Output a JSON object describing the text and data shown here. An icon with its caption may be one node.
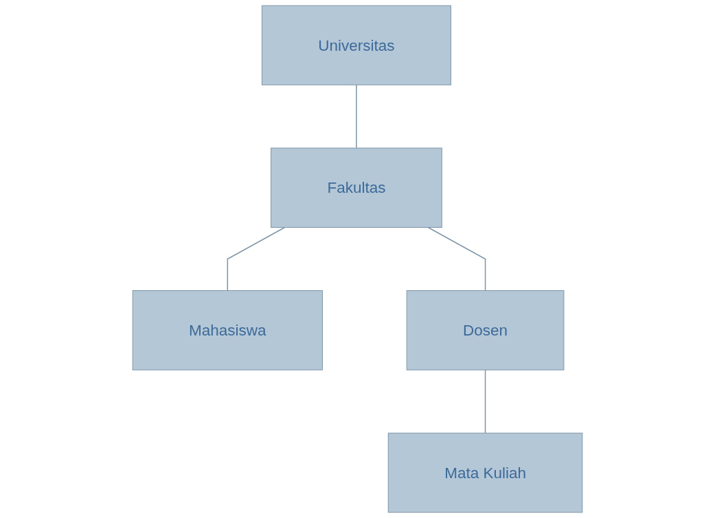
{
  "diagram": {
    "nodes": [
      {
        "text": [
          "Universitas"
        ]
      },
      {
        "text": [
          "Fakultas"
        ]
      },
      {
        "text": [
          "Mahasiswa"
        ]
      },
      {
        "text": [
          "Dosen"
        ]
      },
      {
        "text": [
          "Mata Kuliah"
        ]
      }
    ],
    "edges": [
      {
        "from": 0,
        "to": 1,
        "arrow": "none"
      },
      {
        "from": 1,
        "to": 2,
        "arrow": "none"
      },
      {
        "from": 1,
        "to": 3,
        "arrow": "none"
      },
      {
        "from": 3,
        "to": 4,
        "arrow": "none"
      }
    ]
  }
}
